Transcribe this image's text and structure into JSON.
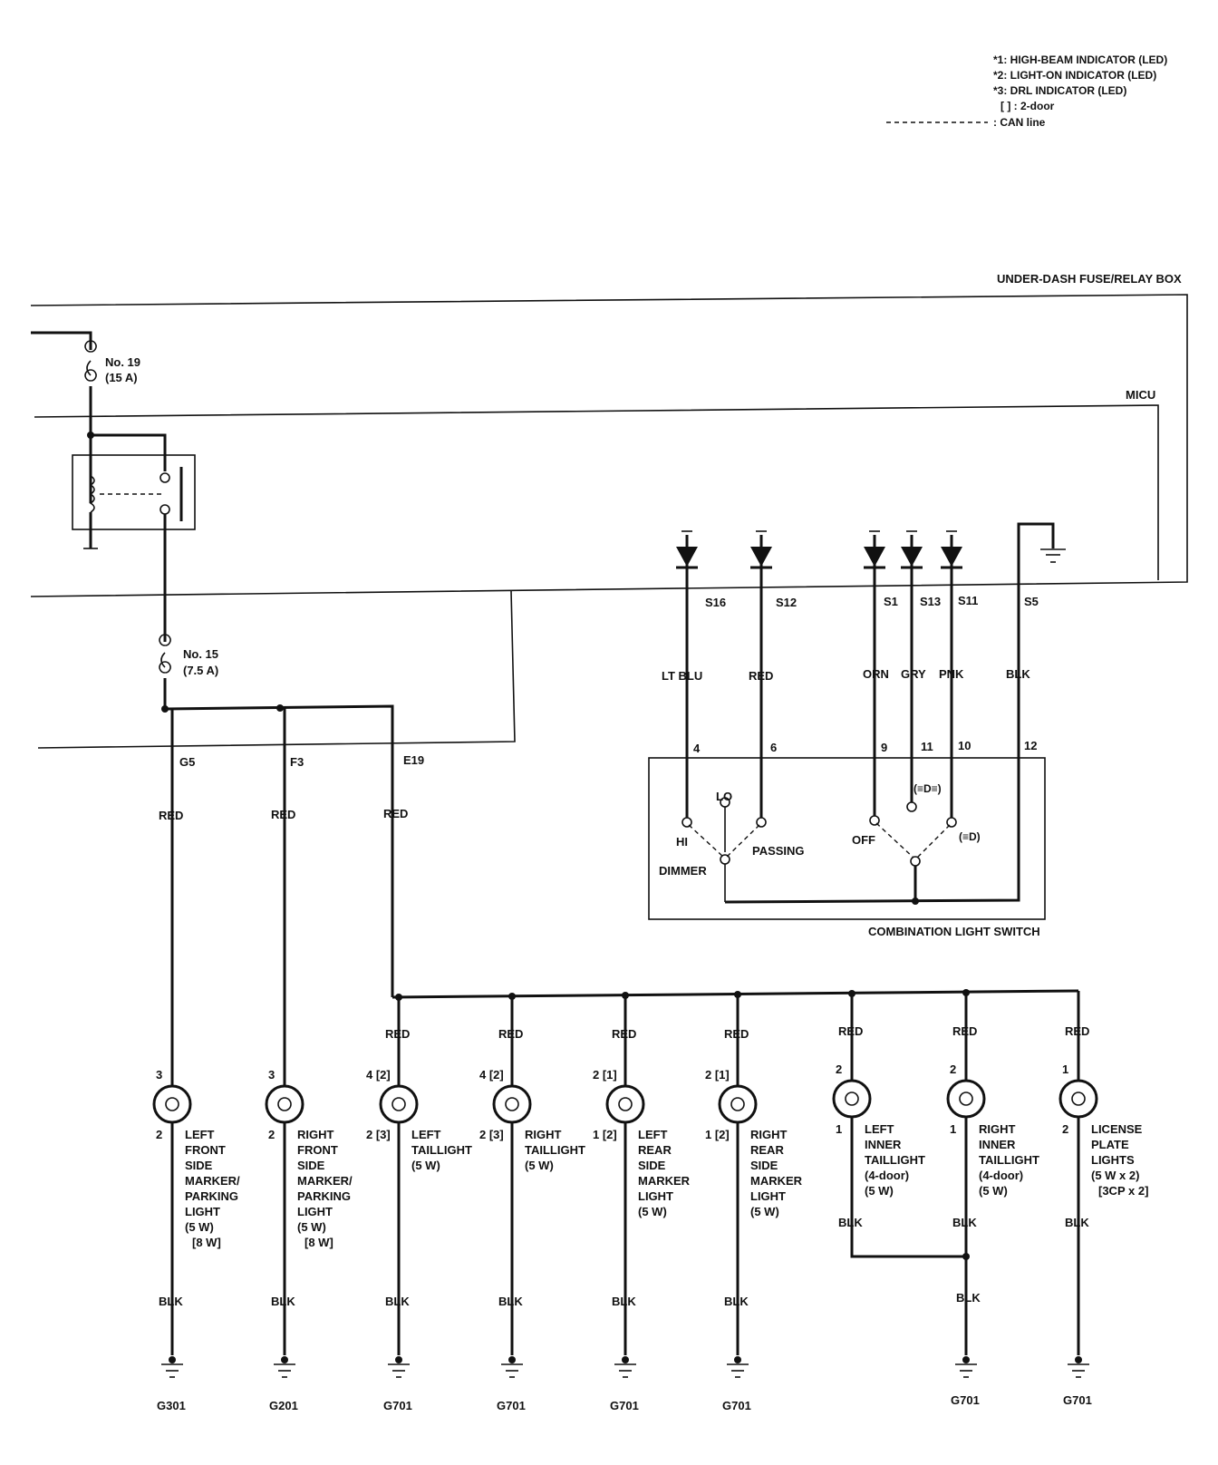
{
  "legend": {
    "note1": "*1: HIGH-BEAM INDICATOR (LED)",
    "note2": "*2: LIGHT-ON INDICATOR (LED)",
    "note3": "*3: DRL INDICATOR (LED)",
    "note4": "[ ] : 2-door",
    "can": ": CAN line"
  },
  "boxes": {
    "fuse_box": "UNDER-DASH FUSE/RELAY BOX",
    "micu": "MICU",
    "switch": "COMBINATION LIGHT SWITCH",
    "dimmer": "DIMMER",
    "hi": "HI",
    "lo": "LO",
    "passing": "PASSING",
    "off": "OFF",
    "sym1": "(≡D≡)",
    "sym2": "(≡D)"
  },
  "fuses": {
    "f19": "No. 19",
    "f19_amp": "(15 A)",
    "f15": "No. 15",
    "f15_amp": "(7.5 A)"
  },
  "micu_terminals": [
    {
      "term": "S16",
      "wire": "LT BLU",
      "pin": "4"
    },
    {
      "term": "S12",
      "wire": "RED",
      "pin": "6"
    },
    {
      "term": "S1",
      "wire": "ORN",
      "pin": "9"
    },
    {
      "term": "S13",
      "wire": "GRY",
      "pin": "11"
    },
    {
      "term": "S11",
      "wire": "PNK",
      "pin": "10"
    },
    {
      "term": "S5",
      "wire": "BLK",
      "pin": "12"
    }
  ],
  "fuse_outputs": [
    {
      "term": "G5",
      "wire": "RED"
    },
    {
      "term": "F3",
      "wire": "RED"
    },
    {
      "term": "E19",
      "wire": "RED"
    }
  ],
  "lights": [
    {
      "pin_top": "3",
      "pin_bot": "2",
      "label": [
        "LEFT",
        "FRONT",
        "SIDE",
        "MARKER/",
        "PARKING",
        "LIGHT",
        "(5 W)",
        "[8 W]"
      ],
      "wire_top": "RED",
      "wire_bot": "BLK",
      "ground": "G301"
    },
    {
      "pin_top": "3",
      "pin_bot": "2",
      "label": [
        "RIGHT",
        "FRONT",
        "SIDE",
        "MARKER/",
        "PARKING",
        "LIGHT",
        "(5 W)",
        "[8 W]"
      ],
      "wire_top": "RED",
      "wire_bot": "BLK",
      "ground": "G201"
    },
    {
      "pin_top": "4 [2]",
      "pin_bot": "2 [3]",
      "label": [
        "LEFT",
        "TAILLIGHT",
        "(5 W)"
      ],
      "wire_top": "RED",
      "wire_bot": "BLK",
      "ground": "G701"
    },
    {
      "pin_top": "4 [2]",
      "pin_bot": "2 [3]",
      "label": [
        "RIGHT",
        "TAILLIGHT",
        "(5 W)"
      ],
      "wire_top": "RED",
      "wire_bot": "BLK",
      "ground": "G701"
    },
    {
      "pin_top": "2 [1]",
      "pin_bot": "1 [2]",
      "label": [
        "LEFT",
        "REAR",
        "SIDE",
        "MARKER",
        "LIGHT",
        "(5 W)"
      ],
      "wire_top": "RED",
      "wire_bot": "BLK",
      "ground": "G701"
    },
    {
      "pin_top": "2 [1]",
      "pin_bot": "1 [2]",
      "label": [
        "RIGHT",
        "REAR",
        "SIDE",
        "MARKER",
        "LIGHT",
        "(5 W)"
      ],
      "wire_top": "RED",
      "wire_bot": "BLK",
      "ground": "G701"
    },
    {
      "pin_top": "2",
      "pin_bot": "1",
      "label": [
        "LEFT",
        "INNER",
        "TAILLIGHT",
        "(4-door)",
        "(5 W)"
      ],
      "wire_top": "RED",
      "wire_bot": "BLK",
      "ground": ""
    },
    {
      "pin_top": "2",
      "pin_bot": "1",
      "label": [
        "RIGHT",
        "INNER",
        "TAILLIGHT",
        "(4-door)",
        "(5 W)"
      ],
      "wire_top": "RED",
      "wire_bot": "BLK",
      "ground": "G701"
    },
    {
      "pin_top": "1",
      "pin_bot": "2",
      "label": [
        "LICENSE",
        "PLATE",
        "LIGHTS",
        "(5 W x 2)",
        "[3CP x 2]"
      ],
      "wire_top": "RED",
      "wire_bot": "BLK",
      "ground": "G701"
    }
  ],
  "inner_common_wire": "BLK"
}
